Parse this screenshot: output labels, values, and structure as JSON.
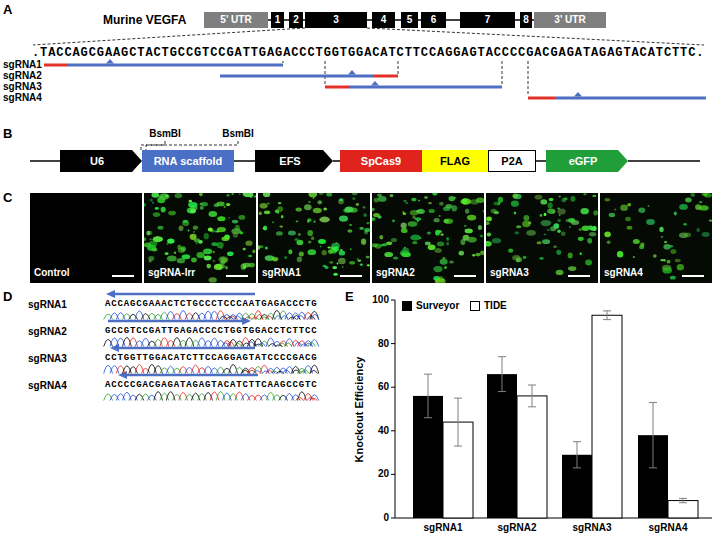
{
  "diagram": {
    "nodes": [
      {
        "text": [
          "5' UTR"
        ]
      },
      {
        "text": [
          "1"
        ]
      },
      {
        "text": [
          "2"
        ]
      },
      {
        "text": [
          "3"
        ]
      },
      {
        "text": [
          "4"
        ]
      },
      {
        "text": [
          "5"
        ]
      },
      {
        "text": [
          "6"
        ]
      },
      {
        "text": [
          "7"
        ]
      },
      {
        "text": [
          "8"
        ]
      },
      {
        "text": [
          "3' UTR"
        ]
      },
      {
        "text": [
          "U6"
        ]
      },
      {
        "text": [
          "RNA scaffold"
        ]
      },
      {
        "text": [
          "EFS"
        ]
      },
      {
        "text": [
          "SpCas9"
        ]
      },
      {
        "text": [
          "FLAG"
        ]
      },
      {
        "text": [
          "P2A"
        ]
      },
      {
        "text": [
          "eGFP"
        ]
      },
      {
        "text": [
          "Control"
        ]
      },
      {
        "text": [
          "sgRNA-Irr"
        ]
      },
      {
        "text": [
          "sgRNA1"
        ]
      },
      {
        "text": [
          "sgRNA2"
        ]
      },
      {
        "text": [
          "sgRNA3"
        ]
      },
      {
        "text": [
          "sgRNA4"
        ]
      }
    ],
    "edges": [
      {
        "from": 0,
        "to": 1,
        "arrow": "none"
      },
      {
        "from": 1,
        "to": 2,
        "arrow": "none"
      },
      {
        "from": 2,
        "to": 3,
        "arrow": "none"
      },
      {
        "from": 3,
        "to": 4,
        "arrow": "none"
      },
      {
        "from": 4,
        "to": 5,
        "arrow": "none"
      },
      {
        "from": 5,
        "to": 6,
        "arrow": "none"
      },
      {
        "from": 6,
        "to": 7,
        "arrow": "none"
      },
      {
        "from": 7,
        "to": 8,
        "arrow": "none"
      },
      {
        "from": 8,
        "to": 9,
        "arrow": "none"
      },
      {
        "from": 11,
        "to": 12,
        "arrow": "none"
      },
      {
        "from": 12,
        "to": 13,
        "arrow": "none"
      },
      {
        "from": 15,
        "to": 16,
        "arrow": "none"
      }
    ],
    "labels": [
      "A",
      "Murine VEGFA",
      ".TACCAGCGAAGCTACTGCCGTCCGATTGAGACCCTGGTGGACATCTTCCAGGAGTACCCCGACGAGATAGAGTACATCTTC.",
      "sgRNA1",
      "sgRNA2",
      "sgRNA3",
      "sgRNA4",
      "B",
      "BsmBI",
      "BsmBI",
      "C",
      "D",
      "sgRNA1",
      "ACCAGCGAAACTCTGCCCTCCCAATGAGACCCTG",
      "sgRNA2",
      "GCCGTCCGATTGAGACCCCTGGTGGACCTCTTCC",
      "sgRNA3",
      "CCTGGTTGGACATCTTCCAGGAGTATCCCCGACG",
      "sgRNA4",
      "ACCCCGACGAGATAGAGTACATCTTCAAGCCGTC",
      "E",
      "Knockout Efficiency",
      "0",
      "20",
      "40",
      "60",
      "80",
      "100",
      "sgRNA1",
      "sgRNA2",
      "sgRNA3",
      "sgRNA4"
    ],
    "legend": [
      {
        "text": "Surveyor",
        "color": "#000000"
      },
      {
        "text": "TIDE",
        "color": "#ffffff"
      }
    ]
  }
}
